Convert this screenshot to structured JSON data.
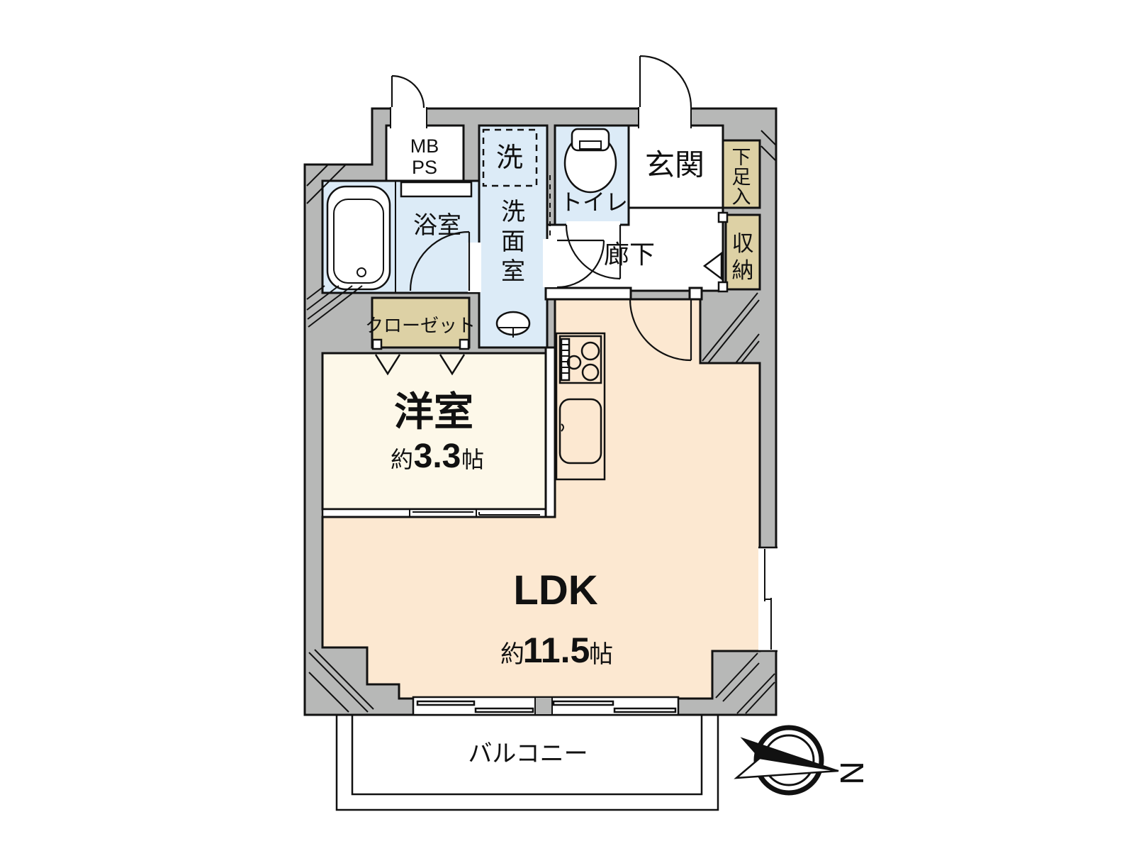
{
  "floorplan": {
    "rooms": {
      "mbps": {
        "line1": "MB",
        "line2": "PS"
      },
      "bathroom": {
        "label": "浴室"
      },
      "washroom": {
        "label": "洗面室",
        "chars": [
          "洗",
          "面",
          "室"
        ],
        "washer_label": "洗"
      },
      "toilet": {
        "label": "トイレ"
      },
      "entrance": {
        "label": "玄関"
      },
      "shoe_box": {
        "label": "下足入",
        "chars": [
          "下",
          "足",
          "入"
        ]
      },
      "corridor": {
        "label": "廊下"
      },
      "storage": {
        "label": "収納",
        "chars": [
          "収",
          "納"
        ]
      },
      "closet": {
        "label": "クローゼット"
      },
      "western_room": {
        "label": "洋室",
        "area_prefix": "約",
        "area_value": "3.3",
        "area_unit": "帖"
      },
      "ldk": {
        "label": "LDK",
        "area_prefix": "約",
        "area_value": "11.5",
        "area_unit": "帖"
      },
      "balcony": {
        "label": "バルコニー"
      }
    },
    "compass": {
      "north": "N"
    },
    "colors": {
      "wall": "#b7b8b7",
      "water": "#dcebf7",
      "storage_tan": "#ddd1a5",
      "western_floor": "#fdf8e9",
      "ldk_floor": "#fce8d1",
      "outline": "#111111"
    }
  }
}
